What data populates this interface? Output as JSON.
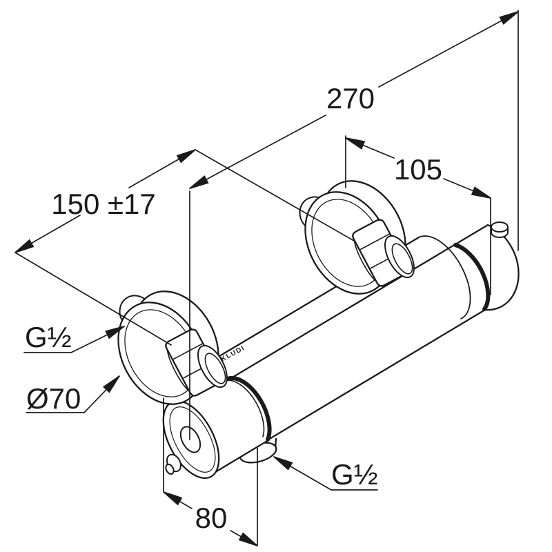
{
  "drawing": {
    "type": "technical-isometric-drawing",
    "subject": "wall-mounted thermostatic shower mixer",
    "brand": "KLUDI",
    "dimensions": {
      "overall_width": "270",
      "upper_connection_offset": "105",
      "supply_centre_distance": "150 ±17",
      "outlet_offset": "80"
    },
    "labels": {
      "thread_upper": "G½",
      "thread_lower": "G½",
      "escutcheon_diameter": "Ø70"
    },
    "colors": {
      "line": "#1a1a1a",
      "background": "#ffffff"
    }
  }
}
